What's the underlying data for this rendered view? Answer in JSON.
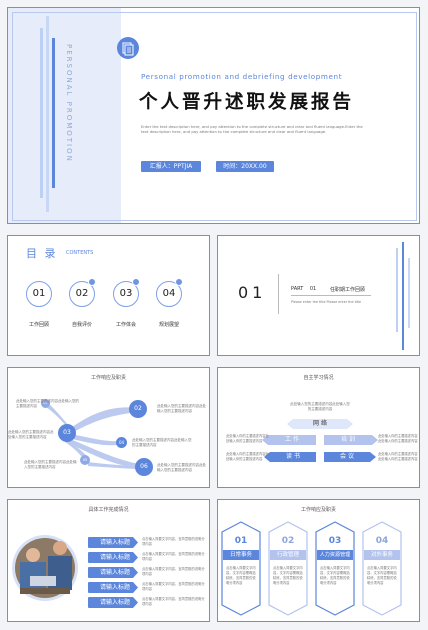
{
  "cover": {
    "vertical_text": "PERSONAL PROMOTION",
    "subtitle_en": "Personal promotion and debriefing development",
    "title": "个人晋升述职发展报告",
    "description": "Enter the text description here, and pay attention to the complete structure and clear and fluent language.Enter the text description here, and pay attention to the complete structure and clear and fluent language.",
    "reporter": "汇报人：PPTJIA",
    "time": "时间：20XX.00",
    "icon": "document-copy-icon"
  },
  "toc": {
    "title": "目 录",
    "title_en": "CONTENTS",
    "items": [
      {
        "num": "01",
        "label": "工作回顾"
      },
      {
        "num": "02",
        "label": "自我评价"
      },
      {
        "num": "03",
        "label": "工作体会"
      },
      {
        "num": "04",
        "label": "规划展望"
      }
    ]
  },
  "part": {
    "num": "01",
    "part_label": "PART 01",
    "title": "任职期工作回顾",
    "desc": "Please enter the title Please enter the title"
  },
  "review": {
    "title": "工作响应及职责",
    "nodes": [
      "01",
      "02",
      "03",
      "04",
      "05",
      "06"
    ],
    "text": "此处输入您的主要描述内容此处输入您的主要描述内容"
  },
  "study": {
    "title": "自主学习情况",
    "top": "此处输入您的主要描述内容此处输入您的主要描述内容",
    "items": [
      "网 络",
      "工 作",
      "培 训",
      "读 书",
      "会 议"
    ],
    "left_text": "此处输入你的主要描述内容此处输入你的主要描述内容",
    "right_text": "此处输入你的主要描述内容此处输入你的主要描述内容"
  },
  "detail": {
    "title": "具体工作完成情况",
    "labels": [
      "请输入标题",
      "请输入标题",
      "请输入标题",
      "请输入标题",
      "请输入标题"
    ],
    "text": "点击输入简要文字内容，言简意赅的说明分项内容"
  },
  "duties": {
    "title": "工作响应及职责",
    "cards": [
      {
        "num": "01",
        "label": "日常事务"
      },
      {
        "num": "02",
        "label": "行政管理"
      },
      {
        "num": "03",
        "label": "人力资源管理"
      },
      {
        "num": "04",
        "label": "对外事务"
      }
    ],
    "text": "点击输入简要文字内容，文字内容需概括精炼，言简意赅的说明分项内容"
  },
  "colors": {
    "accent": "#5b86dc",
    "light": "#dfe7fb",
    "border": "#6f8fd6"
  }
}
